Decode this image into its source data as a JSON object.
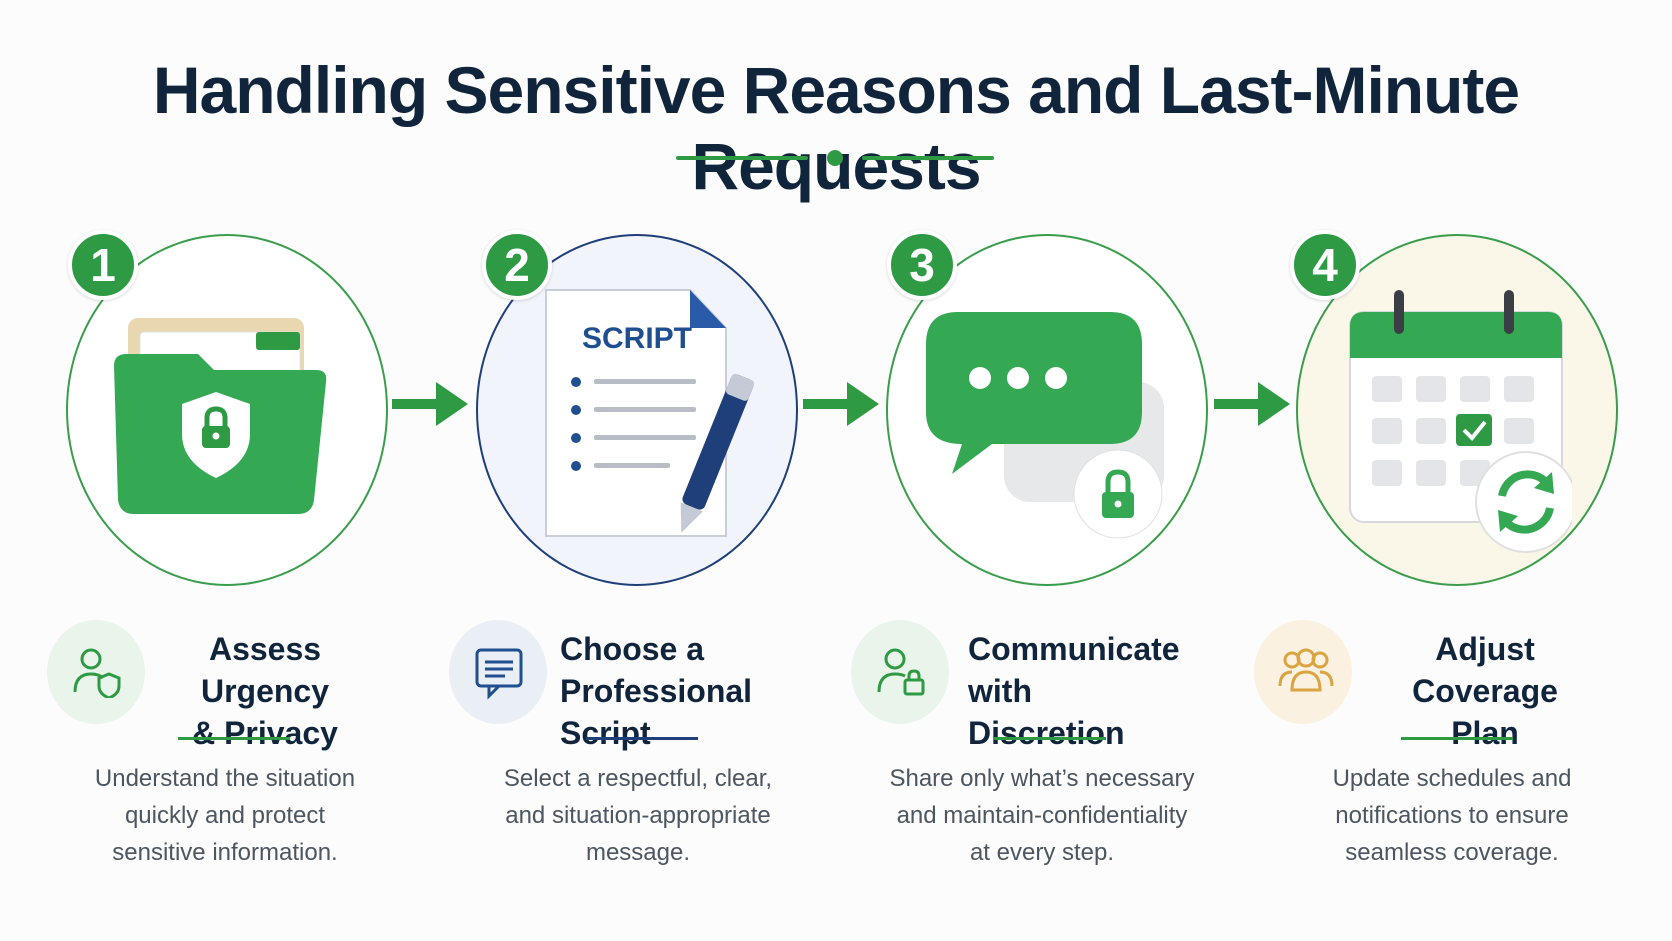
{
  "title": "Handling Sensitive Reasons and Last-Minute Requests",
  "colors": {
    "green": "#2e9a44",
    "navy": "#10243c",
    "blue": "#1f3f7a",
    "gold": "#d9a441"
  },
  "steps": [
    {
      "number": "1",
      "illustration": "folder-lock-shield",
      "icon": "person-shield-icon",
      "heading": [
        "Assess Urgency",
        "& Privacy"
      ],
      "description": [
        "Understand the situation",
        "quickly and protect",
        "sensitive information."
      ]
    },
    {
      "number": "2",
      "illustration": "script-document-pen",
      "script_label": "SCRIPT",
      "icon": "chat-message-icon",
      "heading": [
        "Choose a",
        "Professional Script"
      ],
      "description": [
        "Select a respectful, clear,",
        "and situation-appropriate",
        "message."
      ]
    },
    {
      "number": "3",
      "illustration": "chat-bubbles-lock",
      "icon": "person-lock-icon",
      "heading": [
        "Communicate",
        "with Discretion"
      ],
      "description": [
        "Share only what’s necessary",
        "and maintain-confidentiality",
        "at every step."
      ]
    },
    {
      "number": "4",
      "illustration": "calendar-refresh",
      "icon": "team-group-icon",
      "heading": [
        "Adjust Coverage",
        "Plan"
      ],
      "description": [
        "Update schedules and",
        "notifications to ensure",
        "seamless coverage."
      ]
    }
  ]
}
